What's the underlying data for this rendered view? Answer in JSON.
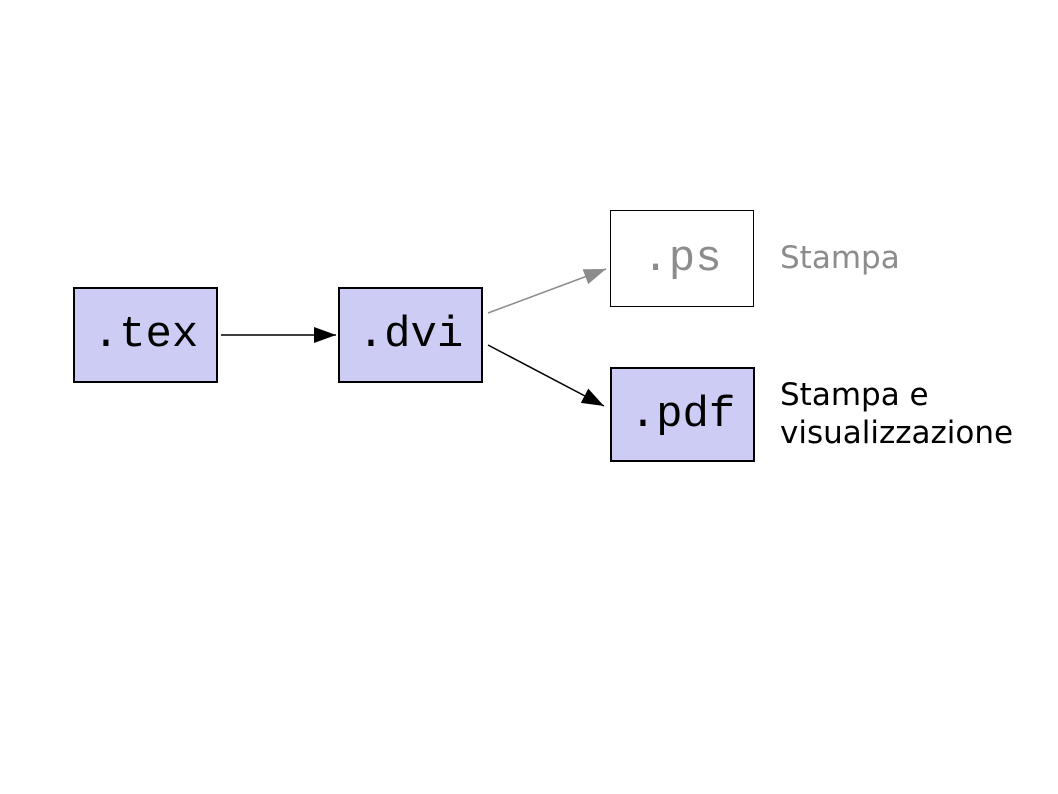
{
  "diagram": {
    "nodes": {
      "tex": {
        "label": ".tex"
      },
      "dvi": {
        "label": ".dvi"
      },
      "ps": {
        "label": ".ps",
        "annotation": "Stampa"
      },
      "pdf": {
        "label": ".pdf",
        "annotation": "Stampa e visualizzazione"
      }
    },
    "edges": [
      {
        "from": ".tex",
        "to": ".dvi",
        "style": "solid",
        "color": "#000000"
      },
      {
        "from": ".dvi",
        "to": ".ps",
        "style": "solid",
        "color": "#8c8c8c"
      },
      {
        "from": ".dvi",
        "to": ".pdf",
        "style": "solid",
        "color": "#000000"
      }
    ]
  },
  "colors": {
    "node-fill": "#ccccf5",
    "node-border": "#000000",
    "muted-gray": "#8c8c8c",
    "text-black": "#000000",
    "background": "#ffffff"
  }
}
